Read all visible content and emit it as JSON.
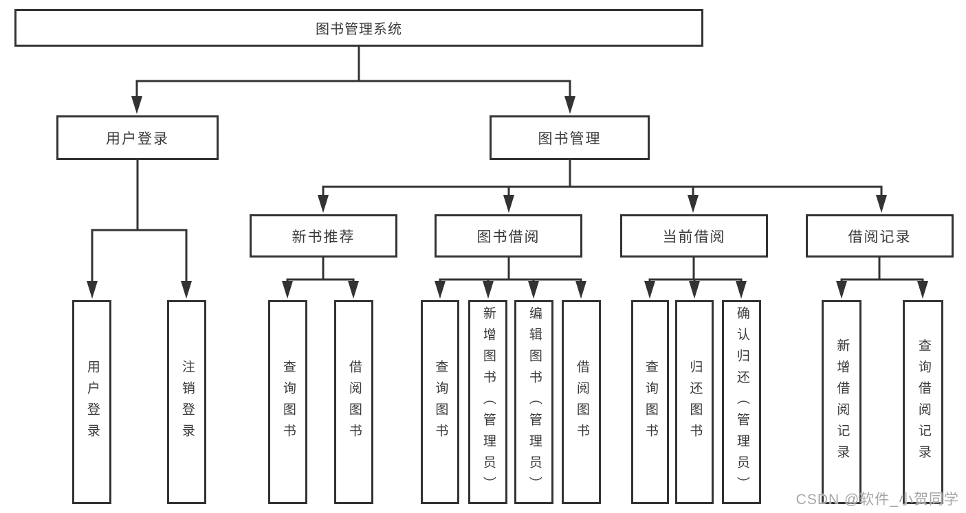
{
  "diagram_title": "图书管理系统",
  "nodes": {
    "root": {
      "label": "图书管理系统"
    },
    "user_login": {
      "label": "用户登录"
    },
    "book_management": {
      "label": "图书管理"
    },
    "new_book_recommend": {
      "label": "新书推荐"
    },
    "book_borrowing": {
      "label": "图书借阅"
    },
    "current_borrowing": {
      "label": "当前借阅"
    },
    "borrowing_records": {
      "label": "借阅记录"
    },
    "leaf_user_login": {
      "label": "用户登录"
    },
    "leaf_logout": {
      "label": "注销登录"
    },
    "leaf_recommend_query_books": {
      "label": "查询图书"
    },
    "leaf_recommend_borrow_books": {
      "label": "借阅图书"
    },
    "leaf_borrowing_query_books": {
      "label": "查询图书"
    },
    "leaf_borrowing_add_books_admin": {
      "label": "新增图书（管理员）"
    },
    "leaf_borrowing_edit_books_admin": {
      "label": "编辑图书（管理员）"
    },
    "leaf_borrowing_borrow_books": {
      "label": "借阅图书"
    },
    "leaf_current_query_books": {
      "label": "查询图书"
    },
    "leaf_current_return_books": {
      "label": "归还图书"
    },
    "leaf_current_confirm_return_admin": {
      "label": "确认归还（管理员）"
    },
    "leaf_records_add_record": {
      "label": "新增借阅记录"
    },
    "leaf_records_query_record": {
      "label": "查询借阅记录"
    }
  },
  "watermark": {
    "text": "CSDN @软件_小贺同学"
  },
  "colors": {
    "line": "#333333",
    "text": "#3a3a3a",
    "watermark": "#a6a6a6",
    "background": "#ffffff"
  }
}
